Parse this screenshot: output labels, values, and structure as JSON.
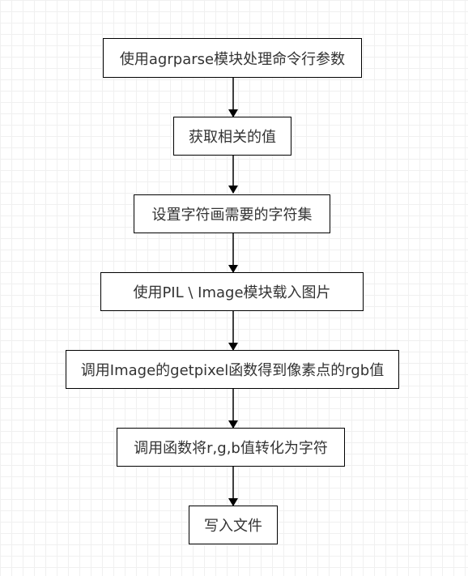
{
  "flowchart": {
    "steps": [
      "使用agrparse模块处理命令行参数",
      "获取相关的值",
      "设置字符画需要的字符集",
      "使用PIL \\ Image模块载入图片",
      "调用Image的getpixel函数得到像素点的rgb值",
      "调用函数将r,g,b值转化为字符",
      "写入文件"
    ]
  }
}
